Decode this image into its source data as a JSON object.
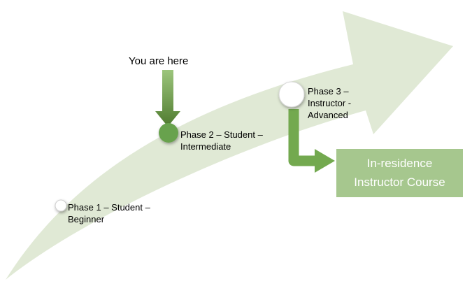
{
  "you_are_here": "You are here",
  "phases": [
    {
      "label": "Phase 1 – Student – Beginner"
    },
    {
      "label": "Phase 2 – Student – Intermediate"
    },
    {
      "label": "Phase 3 – Instructor - Advanced"
    }
  ],
  "course_box": {
    "label": "In-residence Instructor Course"
  },
  "colors": {
    "swoosh": "#e0e9d5",
    "down_arrow_light": "#9cc57c",
    "down_arrow_dark": "#4f7b2f",
    "phase1_circle": "#ffffff",
    "phase2_circle": "#68a24d",
    "phase3_circle": "#ffffff",
    "elbow_arrow": "#73a94f",
    "course_box_bg": "#a6c78e",
    "course_box_text": "#ffffff",
    "label_text": "#000000"
  }
}
